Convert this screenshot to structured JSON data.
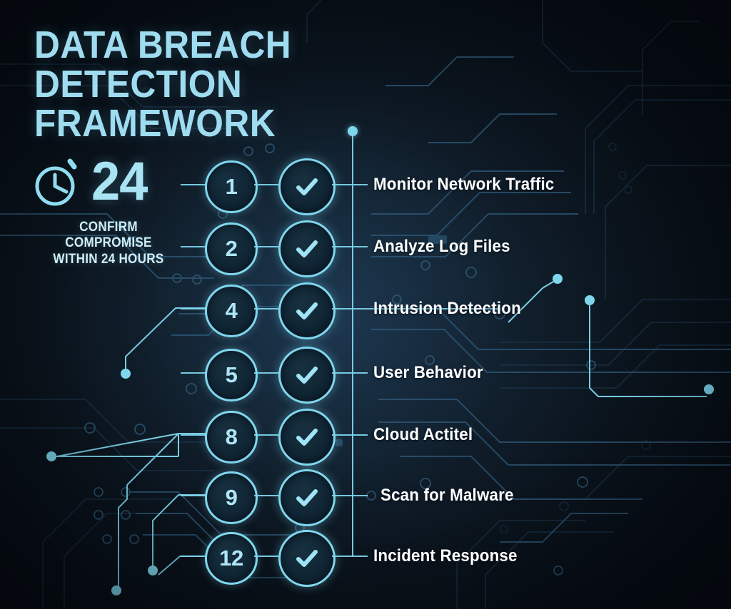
{
  "title": {
    "line1": "DATA BREACH DETECTION",
    "line2": "FRAMEWORK"
  },
  "clock": {
    "icon": "stopwatch-icon",
    "value": "24",
    "caption_line1": "CONFIRM COMPROMISE",
    "caption_line2": "WITHIN 24 HOURS"
  },
  "steps": [
    {
      "number": "1",
      "label": "Monitor Network Traffic",
      "status_icon": "check-icon"
    },
    {
      "number": "2",
      "label": "Analyze Log Files",
      "status_icon": "check-icon"
    },
    {
      "number": "4",
      "label": "Intrusion Detection",
      "status_icon": "check-icon"
    },
    {
      "number": "5",
      "label": "User Behavior",
      "status_icon": "check-icon"
    },
    {
      "number": "8",
      "label": "Cloud Actitel",
      "status_icon": "check-icon"
    },
    {
      "number": "9",
      "label": "Scan for Malware",
      "status_icon": "check-icon"
    },
    {
      "number": "12",
      "label": "Incident Response",
      "status_icon": "check-icon"
    }
  ],
  "colors": {
    "accent_cyan": "#7fd7ee",
    "title_cyan": "#9fdcf0",
    "number_cyan": "#aee6f7",
    "label_white": "#ffffff",
    "background_dark": "#060c13",
    "background_mid": "#16283d",
    "circuit_faint": "#1b3349",
    "circle_fill": "#102534"
  }
}
